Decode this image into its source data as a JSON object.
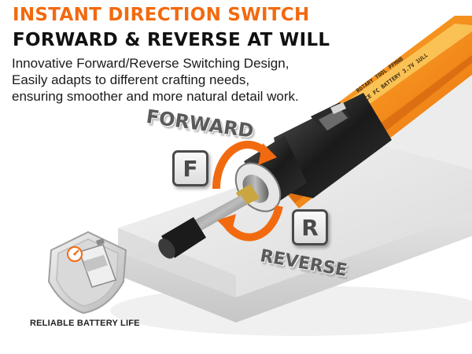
{
  "headline": {
    "primary": "INSTANT DIRECTION SWITCH",
    "secondary": "FORWARD & REVERSE AT WILL"
  },
  "description": {
    "line1": "Innovative Forward/Reverse Switching Design,",
    "line2": "Easily adapts to different crafting needs,",
    "line3": "ensuring smoother and more natural detail work."
  },
  "tool": {
    "body_print_line1": "ROTARY TOOL PFMNB",
    "body_print_line2": "CE FC BATTERY 3.7V 1ULL"
  },
  "direction": {
    "forward_word": "FORWARD",
    "forward_key": "F",
    "reverse_word": "REVERSE",
    "reverse_key": "R"
  },
  "battery_badge": {
    "caption": "RELIABLE BATTERY LIFE",
    "icon": "battery-shield-icon"
  },
  "colors": {
    "accent": "#f26a10",
    "tool_orange": "#f5931f",
    "text_dark": "#111111"
  }
}
